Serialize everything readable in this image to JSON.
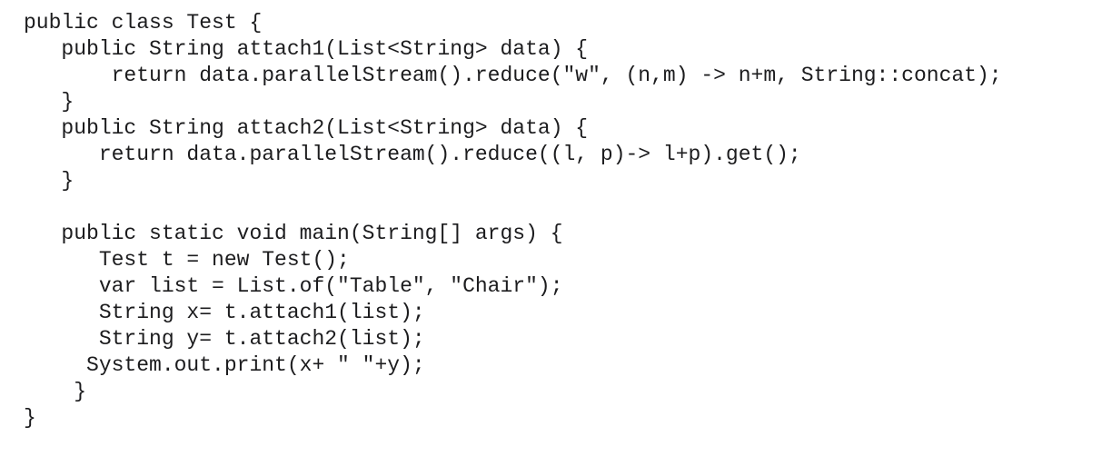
{
  "code": {
    "language": "java",
    "text_color": "#1c1c1e",
    "background_color": "#ffffff",
    "lines": [
      "public class Test {",
      "   public String attach1(List<String> data) {",
      "       return data.parallelStream().reduce(\"w\", (n,m) -> n+m, String::concat);",
      "   }",
      "   public String attach2(List<String> data) {",
      "      return data.parallelStream().reduce((l, p)-> l+p).get();",
      "   }",
      "",
      "   public static void main(String[] args) {",
      "      Test t = new Test();",
      "      var list = List.of(\"Table\", \"Chair\");",
      "      String x= t.attach1(list);",
      "      String y= t.attach2(list);",
      "     System.out.print(x+ \" \"+y);",
      "    }",
      "}"
    ]
  }
}
